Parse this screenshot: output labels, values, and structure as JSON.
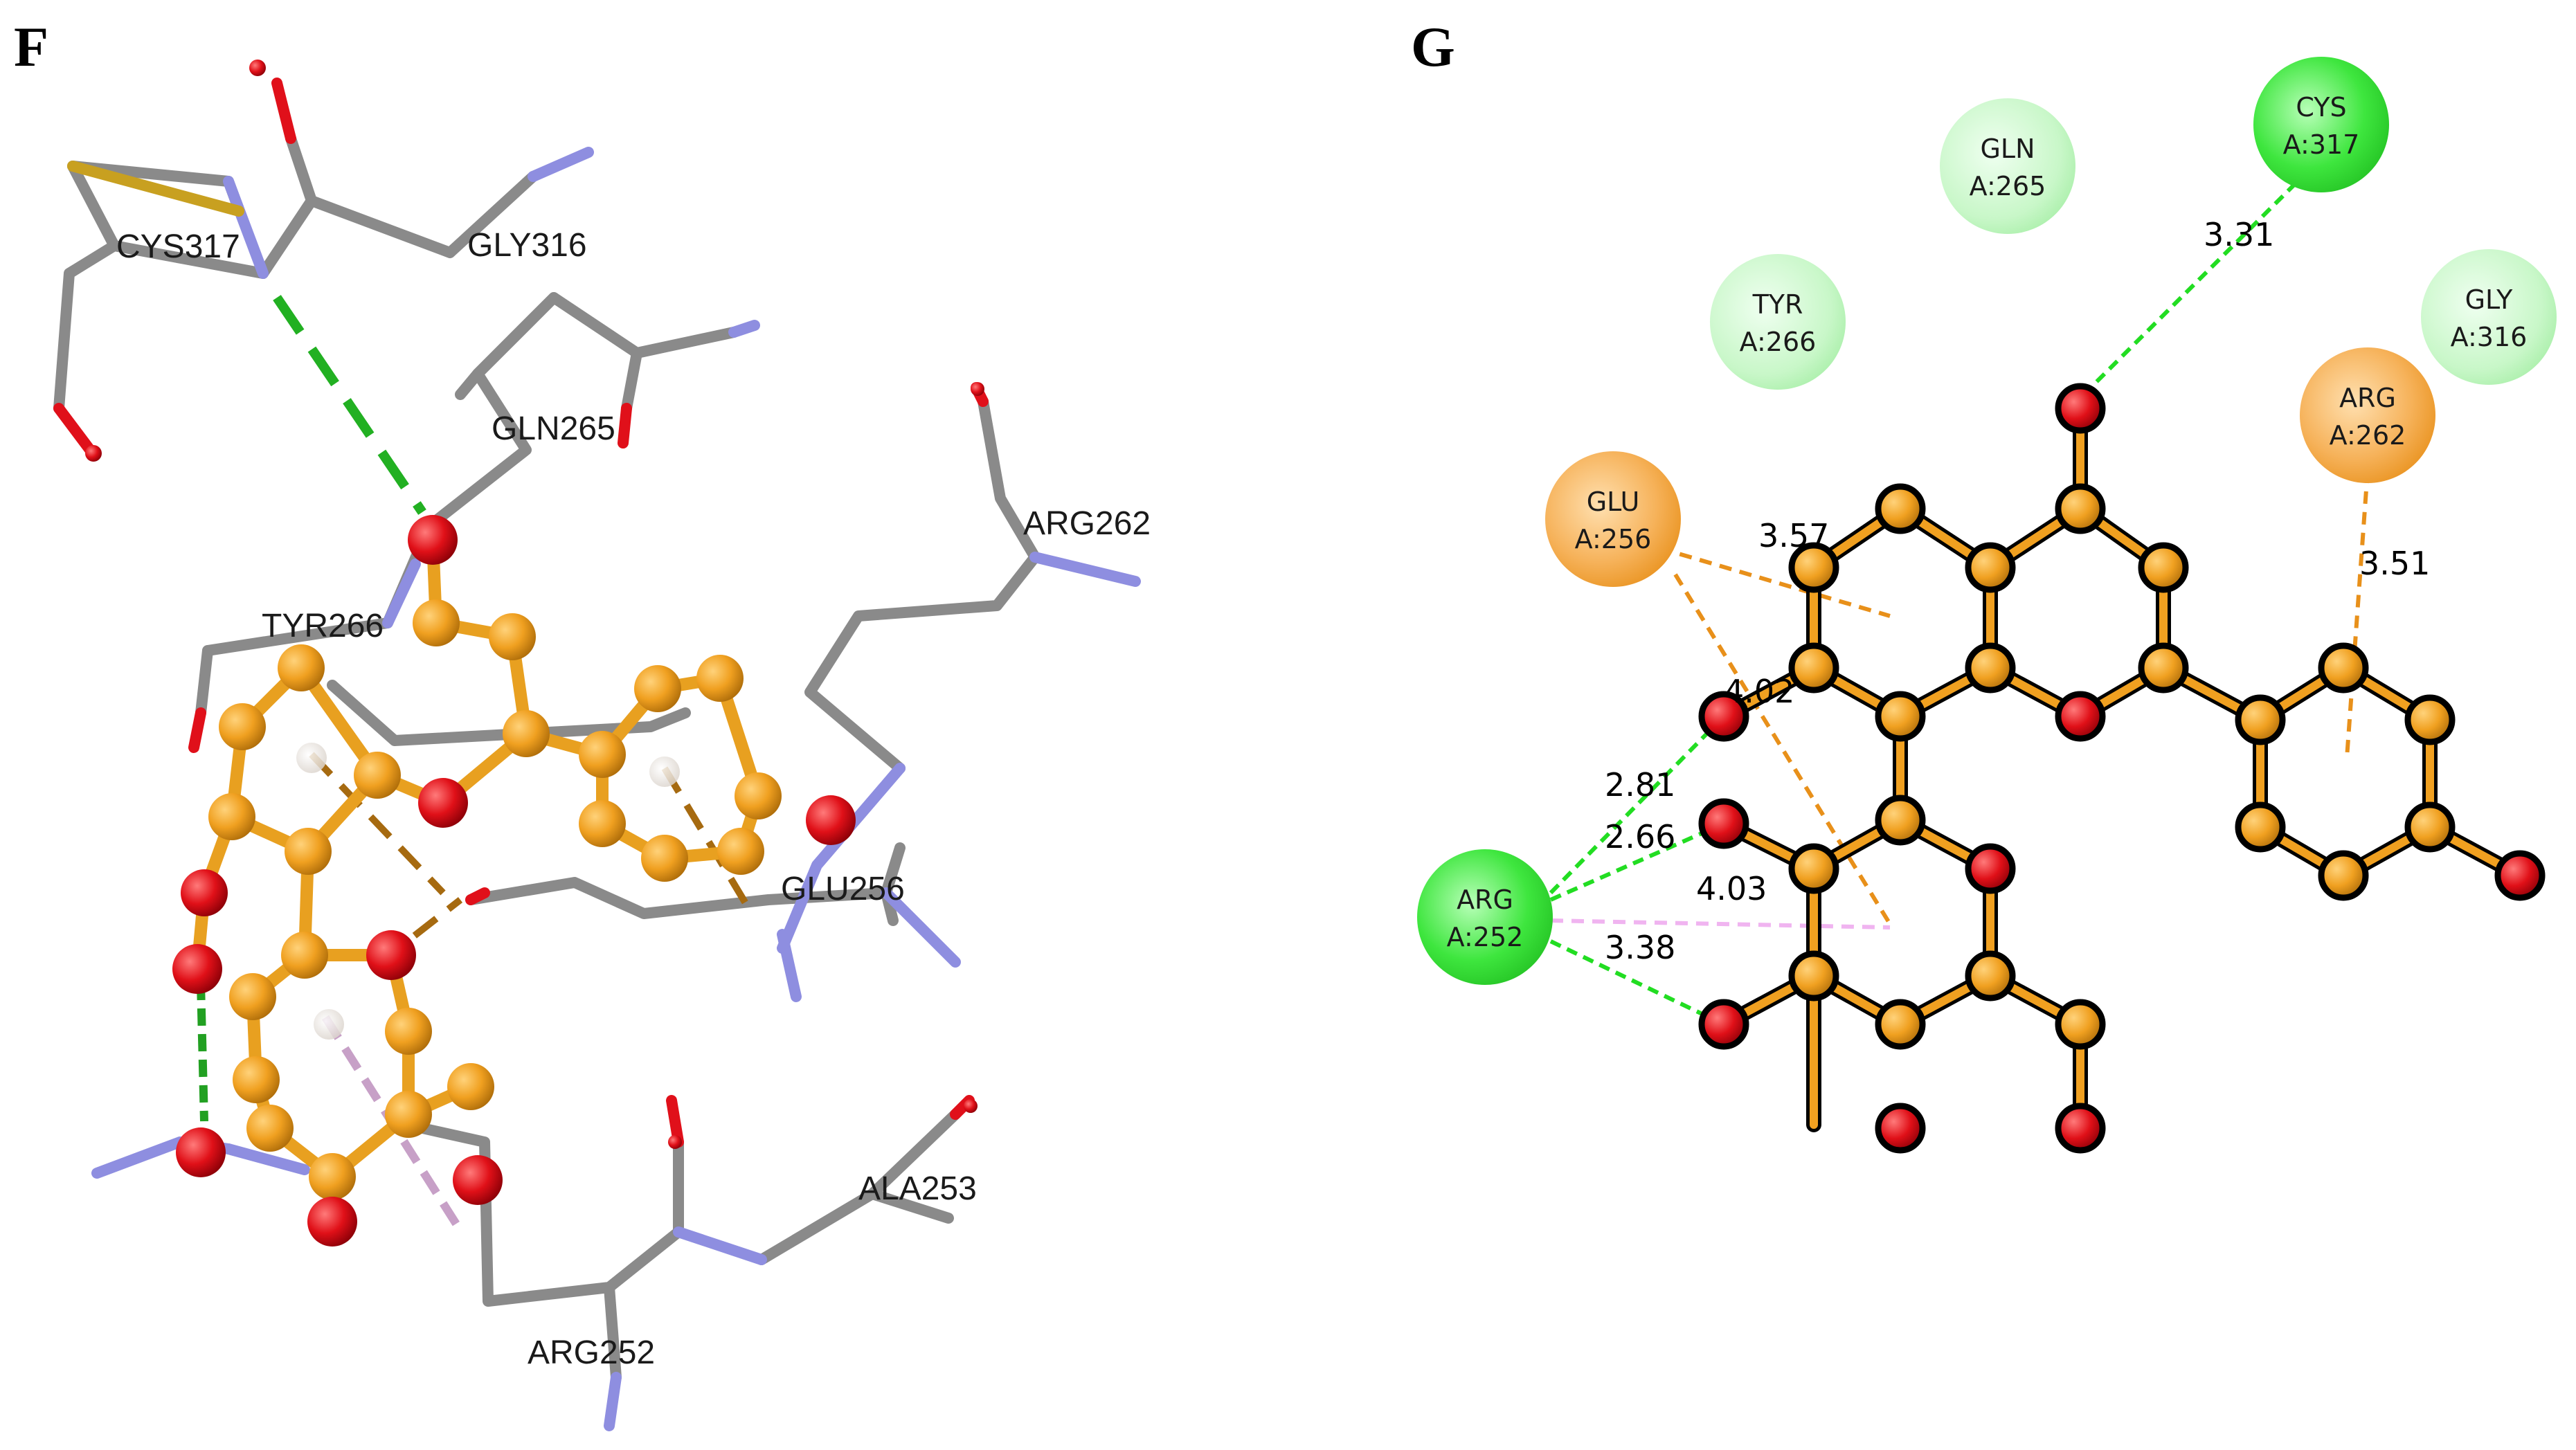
{
  "panels": {
    "left_label": "F",
    "right_label": "G"
  },
  "residues_3d": {
    "cys317": "CYS317",
    "gly316": "GLY316",
    "gln265": "GLN265",
    "arg262": "ARG262",
    "tyr266": "TYR266",
    "glu256": "GLU256",
    "ala253": "ALA253",
    "arg252": "ARG252"
  },
  "residues_2d": [
    {
      "name": "GLN",
      "id": "A:265"
    },
    {
      "name": "CYS",
      "id": "A:317"
    },
    {
      "name": "TYR",
      "id": "A:266"
    },
    {
      "name": "GLY",
      "id": "A:316"
    },
    {
      "name": "ARG",
      "id": "A:262"
    },
    {
      "name": "GLU",
      "id": "A:256"
    },
    {
      "name": "ARG",
      "id": "A:252"
    }
  ],
  "distances": {
    "cys317": "3.31",
    "arg262": "3.51",
    "glu256_a": "3.57",
    "glu256_b": "4.02",
    "arg252_a": "2.81",
    "arg252_b": "2.66",
    "arg252_c": "4.03",
    "arg252_d": "3.38"
  },
  "colors": {
    "carbon": "#f5a623",
    "oxygen": "#e0101a",
    "backbone": "#8a8a8a",
    "nitrogen": "#8e8ee0",
    "sulfur": "#c8a020",
    "hbond": "#22c022",
    "pi_anion": "#e8901a",
    "pi_alkyl": "#e6a8e6",
    "vdw": "#b4f2b4",
    "conventional_hbond": "#33dd33"
  }
}
